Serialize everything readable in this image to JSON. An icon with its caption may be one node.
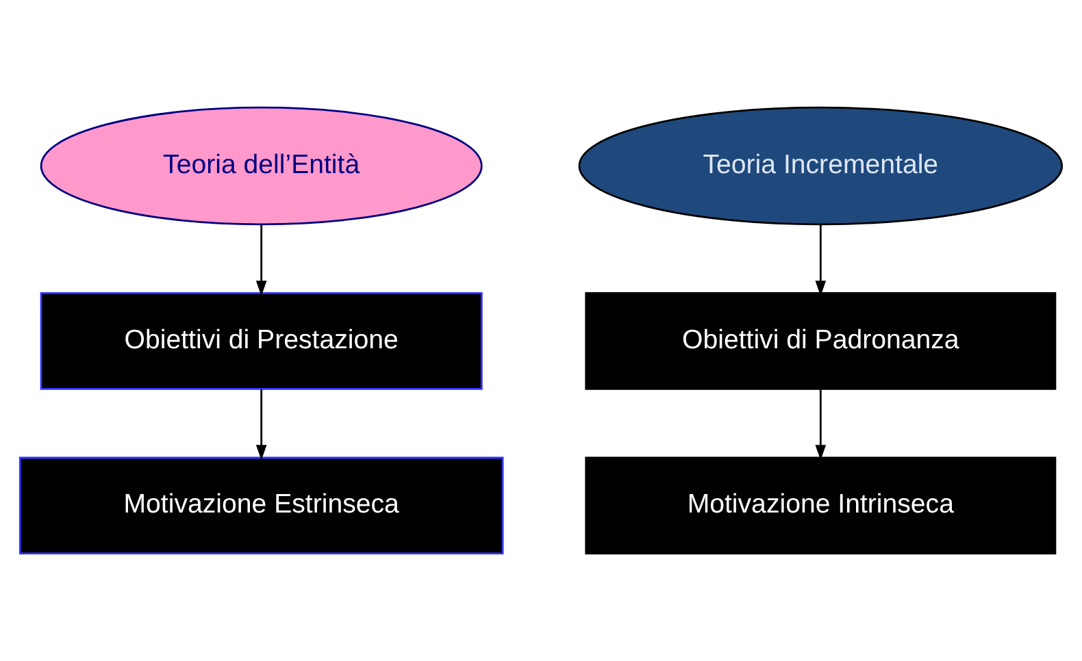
{
  "diagram": {
    "nodes": [
      {
        "text": [
          "Teoria dell’Entità"
        ]
      },
      {
        "text": [
          "Obiettivi di Prestazione"
        ]
      },
      {
        "text": [
          "Motivazione Estrinseca"
        ]
      },
      {
        "text": [
          "Teoria Incrementale"
        ]
      },
      {
        "text": [
          "Obiettivi di Padronanza"
        ]
      },
      {
        "text": [
          "Motivazione Intrinseca"
        ]
      }
    ],
    "edges": [
      {
        "from": 0,
        "to": 1,
        "arrow": "to"
      },
      {
        "from": 1,
        "to": 2,
        "arrow": "to"
      },
      {
        "from": 3,
        "to": 4,
        "arrow": "to"
      },
      {
        "from": 4,
        "to": 5,
        "arrow": "to"
      }
    ]
  }
}
